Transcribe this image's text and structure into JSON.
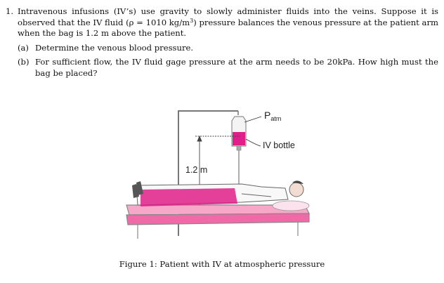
{
  "problem": {
    "number": "1.",
    "stem": "Intravenous infusions (IV’s) use gravity to slowly administer fluids into the veins. Suppose it is observed that the IV fluid (ρ = 1010 kg/m",
    "stem_sup": "3",
    "stem_tail": ") pressure balances the venous pressure at the patient arm when the bag is 1.2 m above the patient.",
    "parts": [
      {
        "label": "(a)",
        "text": "Determine the venous blood pressure."
      },
      {
        "label": "(b)",
        "text": "For sufficient flow, the IV fluid gage pressure at the arm needs to be 20kPa. How high must the bag be placed?"
      }
    ]
  },
  "figure": {
    "label_p": "P",
    "label_p_sub": "atm",
    "label_iv": "IV bottle",
    "label_height": "1.2 m",
    "colors": {
      "fluid": "#e0208a",
      "sheet": "#f7a8c9",
      "mattress": "#f06aa8"
    },
    "caption": "Figure 1: Patient with IV at atmospheric pressure"
  }
}
